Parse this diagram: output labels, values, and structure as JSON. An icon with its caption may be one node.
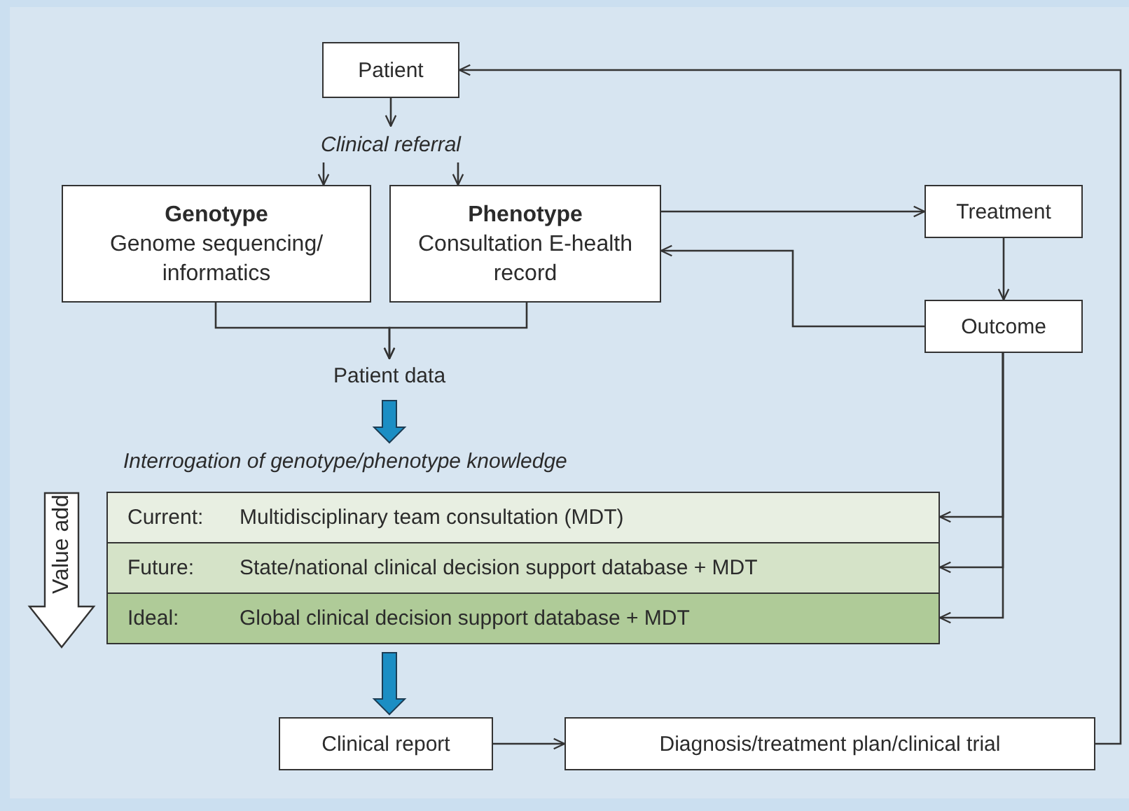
{
  "diagram": {
    "nodes": [
      {
        "text": [
          "Patient"
        ]
      },
      {
        "text": [
          "Clinical referral"
        ]
      },
      {
        "text": [
          "Genotype",
          "Genome sequencing/ informatics"
        ]
      },
      {
        "text": [
          "Phenotype",
          "Consultation E-health record"
        ]
      },
      {
        "text": [
          "Treatment"
        ]
      },
      {
        "text": [
          "Outcome"
        ]
      },
      {
        "text": [
          "Patient data"
        ]
      },
      {
        "text": [
          "Interrogation of genotype/phenotype knowledge"
        ]
      },
      {
        "text": [
          "Value add"
        ]
      },
      {
        "text": [
          "Current:",
          "Multidisciplinary team consultation (MDT)"
        ]
      },
      {
        "text": [
          "Future:",
          "State/national clinical decision support database + MDT"
        ]
      },
      {
        "text": [
          "Ideal:",
          "Global clinical decision support database + MDT"
        ]
      },
      {
        "text": [
          "Clinical report"
        ]
      },
      {
        "text": [
          "Diagnosis/treatment plan/clinical trial"
        ]
      }
    ],
    "edges": [
      {
        "from": 0,
        "to": 1,
        "arrow": "to"
      },
      {
        "from": 1,
        "to": 2,
        "arrow": "to"
      },
      {
        "from": 1,
        "to": 3,
        "arrow": "to"
      },
      {
        "from": 3,
        "to": 4,
        "arrow": "to"
      },
      {
        "from": 4,
        "to": 5,
        "arrow": "to"
      },
      {
        "from": 5,
        "to": 3,
        "arrow": "to"
      },
      {
        "from": 2,
        "to": 6,
        "arrow": "to"
      },
      {
        "from": 3,
        "to": 6,
        "arrow": "to"
      },
      {
        "from": 6,
        "to": 7,
        "arrow": "to",
        "style": "thick",
        "color": "#1b8ec4"
      },
      {
        "from": 5,
        "to": 9,
        "arrow": "to"
      },
      {
        "from": 5,
        "to": 10,
        "arrow": "to"
      },
      {
        "from": 5,
        "to": 11,
        "arrow": "to"
      },
      {
        "from": 11,
        "to": 12,
        "arrow": "to",
        "style": "thick",
        "color": "#1b8ec4"
      },
      {
        "from": 12,
        "to": 13,
        "arrow": "to"
      },
      {
        "from": 13,
        "to": 0,
        "arrow": "to"
      }
    ]
  }
}
